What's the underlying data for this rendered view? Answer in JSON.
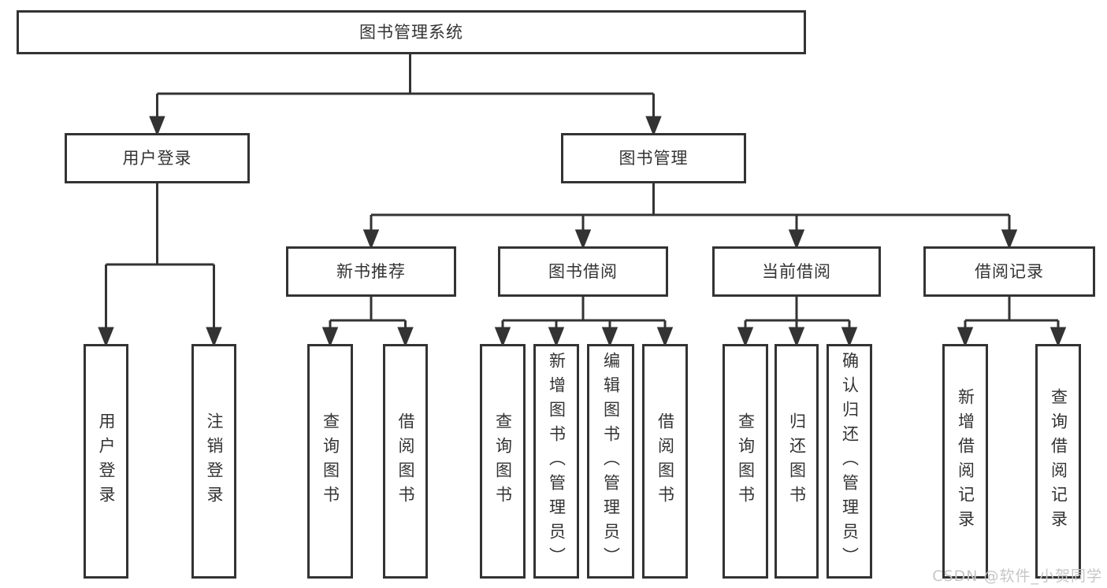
{
  "diagram": {
    "watermark": "CSDN @软件_小贺同学",
    "colors": {
      "line": "#333333",
      "border": "#333333",
      "text": "#333333",
      "box_background": "#ffffff",
      "watermark_text": "#c6c6c6"
    },
    "nodes": {
      "root": {
        "label": "图书管理系统"
      },
      "user_login": {
        "label": "用户登录"
      },
      "book_mgmt": {
        "label": "图书管理"
      },
      "new_book_rec": {
        "label": "新书推荐"
      },
      "book_borrow": {
        "label": "图书借阅"
      },
      "current_borrow": {
        "label": "当前借阅"
      },
      "borrow_record": {
        "label": "借阅记录"
      },
      "leaf_user_login": {
        "label": "用户登录"
      },
      "leaf_logout": {
        "label": "注销登录"
      },
      "rec_query_book": {
        "label": "查询图书"
      },
      "rec_borrow_book": {
        "label": "借阅图书"
      },
      "bb_query_book": {
        "label": "查询图书"
      },
      "bb_add_book": {
        "label": "新增图书（管理员）"
      },
      "bb_edit_book": {
        "label": "编辑图书（管理员）"
      },
      "bb_borrow_book": {
        "label": "借阅图书"
      },
      "cb_query_book": {
        "label": "查询图书"
      },
      "cb_return_book": {
        "label": "归还图书"
      },
      "cb_confirm_return": {
        "label": "确认归还（管理员）"
      },
      "br_add_record": {
        "label": "新增借阅记录"
      },
      "br_query_record": {
        "label": "查询借阅记录"
      }
    }
  }
}
